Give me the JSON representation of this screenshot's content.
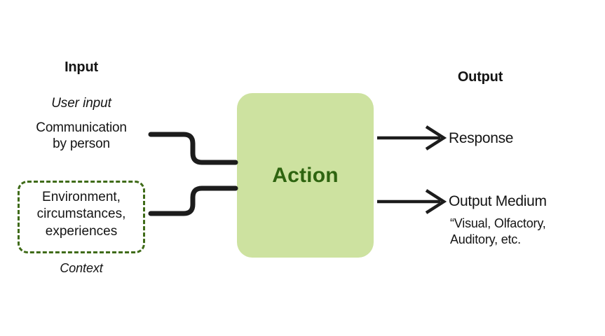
{
  "diagram": {
    "title": "Input / Action / Output flow",
    "background": "#ffffff",
    "colors": {
      "action_fill": "#cde2a0",
      "action_text": "#2e6410",
      "context_border": "#3f6b18",
      "line": "#1c1c1c",
      "text": "#141414"
    }
  },
  "input": {
    "heading": "Input",
    "user_input_label": "User input",
    "user_input_description": "Communication\nby person",
    "context_box_text": "Environment,\ncircumstances,\nexperiences",
    "context_caption": "Context"
  },
  "process": {
    "label": "Action"
  },
  "output": {
    "heading": "Output",
    "items": [
      {
        "label": "Response",
        "description": ""
      },
      {
        "label": "Output Medium",
        "description": "“Visual, Olfactory,\nAuditory, etc."
      }
    ]
  },
  "connectors": {
    "input_top": "elbow-user-input-to-action",
    "input_bottom": "elbow-context-to-action",
    "output_top": "arrow-action-to-response",
    "output_bottom": "arrow-action-to-output-medium"
  }
}
